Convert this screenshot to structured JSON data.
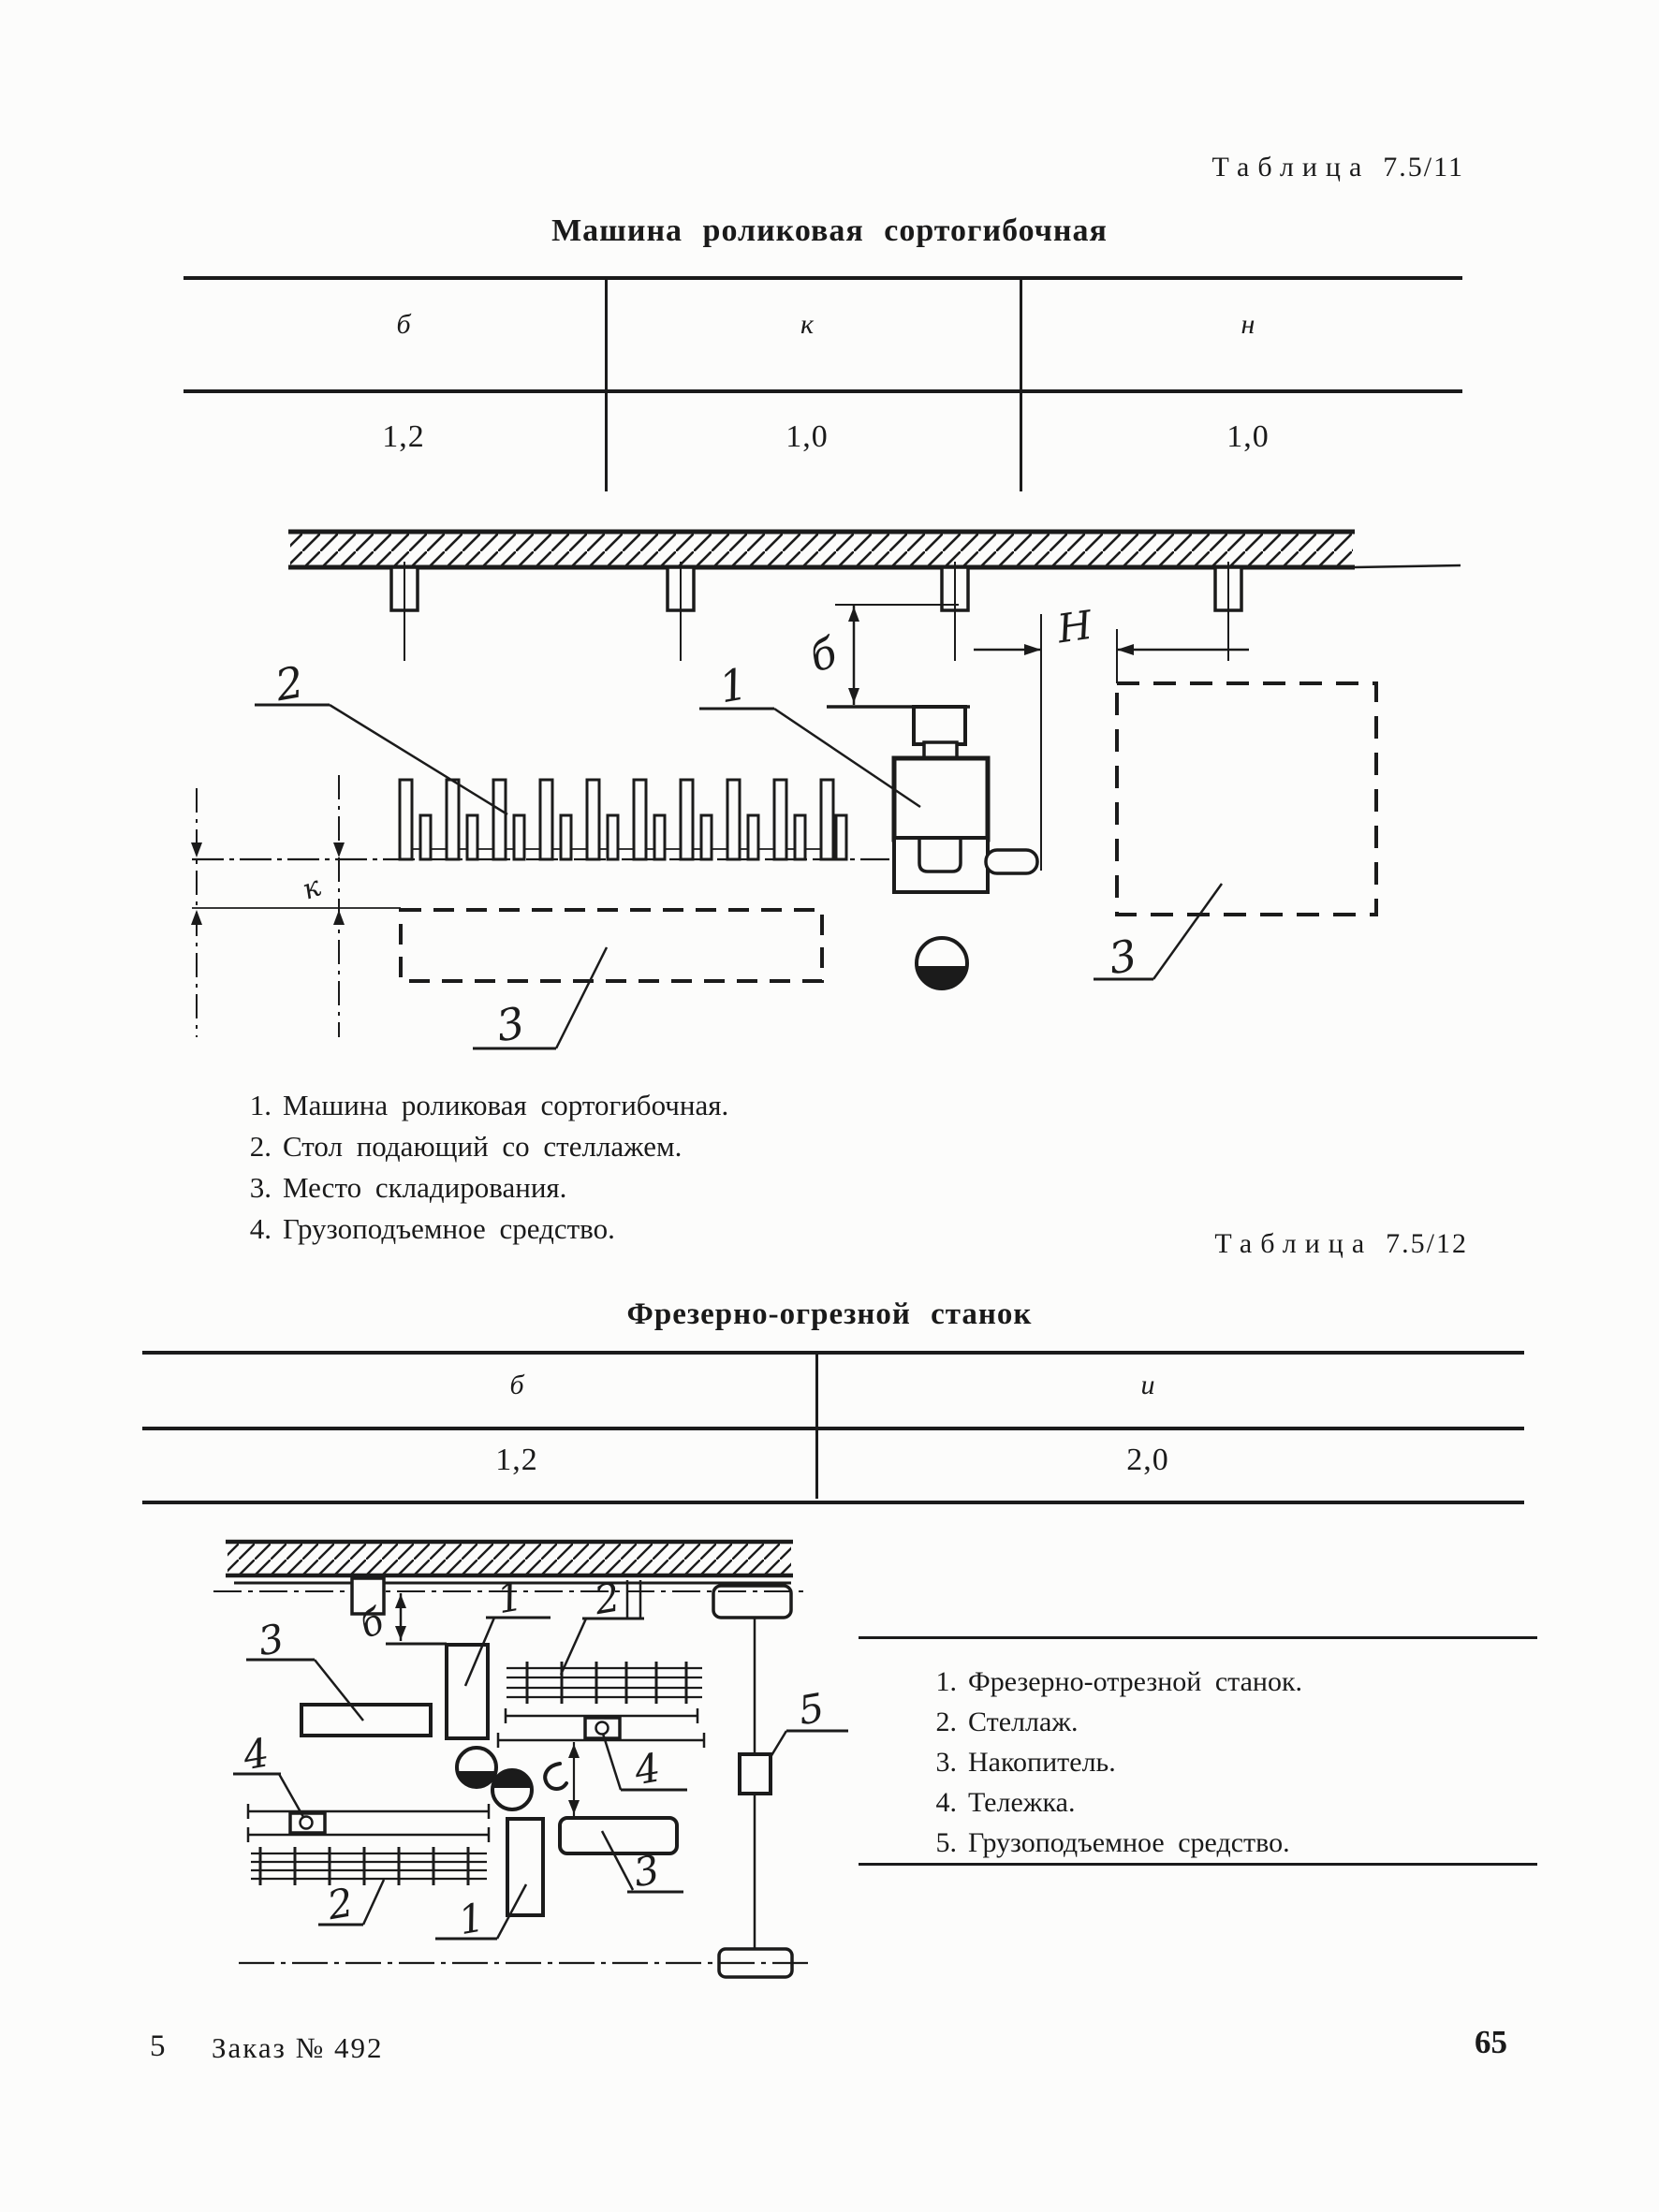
{
  "table1": {
    "label_word": "Таблица",
    "label_num": "7.5/11",
    "title": "Машина роликовая сортогибочная",
    "col1": "б",
    "col2": "к",
    "col3": "н",
    "val1": "1,2",
    "val2": "1,0",
    "val3": "1,0"
  },
  "diagram1": {
    "dim_b": "б",
    "dim_k": "к",
    "dim_n": "Н",
    "callout_1": "1",
    "callout_2": "2",
    "callout_3_left": "3",
    "callout_3_right": "3"
  },
  "legend1": {
    "items": [
      {
        "num": "1.",
        "text": "Машина роликовая сортогибочная."
      },
      {
        "num": "2.",
        "text": "Стол подающий со стеллажем."
      },
      {
        "num": "3.",
        "text": "Место складирования."
      },
      {
        "num": "4.",
        "text": "Грузоподъемное средство."
      }
    ]
  },
  "table2": {
    "label_word": "Таблица",
    "label_num": "7.5/12",
    "title": "Фрезерно-огрезной станок",
    "col1": "б",
    "col2": "и",
    "val1": "1,2",
    "val2": "2,0"
  },
  "diagram2": {
    "dim_b": "б",
    "callout_1_top": "1",
    "callout_2_top": "2",
    "callout_3_left": "3",
    "callout_4_left": "4",
    "callout_1_bottom": "1",
    "callout_2_bottom": "2",
    "callout_3_right": "3",
    "callout_4_right": "4",
    "callout_5": "5"
  },
  "legend2": {
    "items": [
      {
        "num": "1.",
        "text": "Фрезерно-отрезной станок."
      },
      {
        "num": "2.",
        "text": "Стеллаж."
      },
      {
        "num": "3.",
        "text": "Накопитель."
      },
      {
        "num": "4.",
        "text": "Тележка."
      },
      {
        "num": "5.",
        "text": "Грузоподъемное средство."
      }
    ]
  },
  "footer": {
    "sheet": "5",
    "order": "Заказ № 492",
    "page": "65"
  }
}
